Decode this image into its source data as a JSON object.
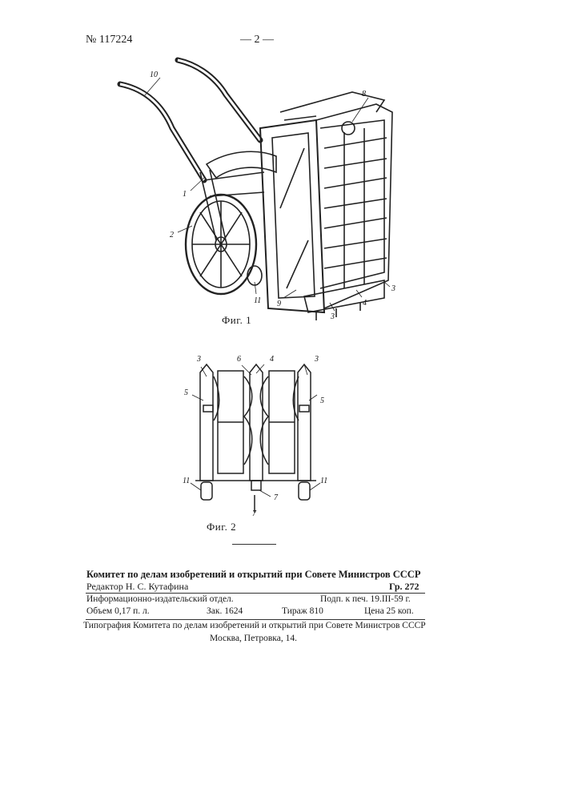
{
  "header": {
    "patent_number": "№ 117224",
    "page_number": "— 2 —"
  },
  "figure1": {
    "caption": "Фиг. 1",
    "labels": [
      "10",
      "8",
      "1",
      "2",
      "11",
      "9",
      "3",
      "4",
      "3"
    ]
  },
  "figure2": {
    "caption": "Фиг. 2",
    "labels": [
      "3",
      "6",
      "4",
      "3",
      "5",
      "5",
      "11",
      "11",
      "7",
      "7"
    ]
  },
  "imprint": {
    "title": "Комитет по делам изобретений и открытий при Совете Министров СССР",
    "editor": "Редактор Н. С. Кутафина",
    "group": "Гр. 272",
    "department": "Информационно-издательский отдел.",
    "signed": "Подп. к печ. 19.III-59 г.",
    "volume": "Объем 0,17 п. л.",
    "order": "Зак. 1624",
    "circulation": "Тираж 810",
    "price": "Цена 25 коп.",
    "printer": "Типография Комитета по делам изобретений и открытий при Совете Министров СССР",
    "address": "Москва, Петровка, 14."
  }
}
